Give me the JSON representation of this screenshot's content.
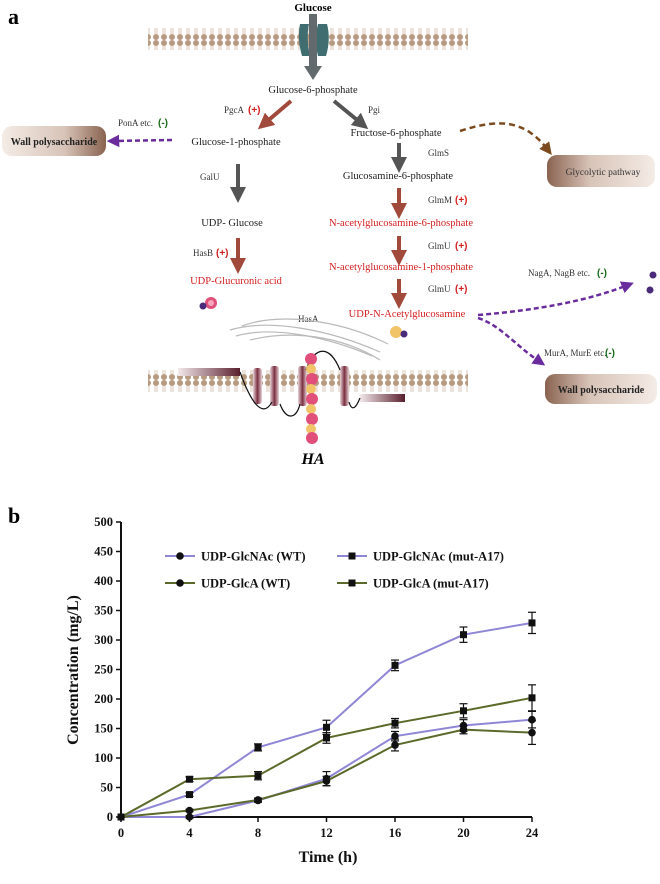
{
  "panel_a": {
    "label": "a",
    "glucose": "Glucose",
    "g6p": "Glucose-6-phosphate",
    "g1p": "Glucose-1-phosphate",
    "f6p": "Fructose-6-phosphate",
    "udp_glucose": "UDP- Glucose",
    "udp_glca": "UDP-Glucuronic acid",
    "gln6p": "Glucosamine-6-phosphate",
    "nag6p": "N-acetylglucosamine-6-phosphate",
    "nag1p": "N-acetylglucosamine-1-phosphate",
    "udp_glcnac": "UDP-N-Acetylglucosamine",
    "glycolytic": "Glycolytic pathway",
    "wall_left": "Wall polysaccharide",
    "wall_right": "Wall polysaccharide",
    "ha": "HA",
    "enzymes": {
      "pgca": "PgcA",
      "pgi": "Pgi",
      "pona": "PonA etc.",
      "galu": "GalU",
      "hasb": "HasB",
      "glms": "GlmS",
      "glmm": "GlmM",
      "glmu1": "GlmU",
      "glmu2": "GlmU",
      "hasa": "HasA",
      "naga": "NagA, NagB etc.",
      "mura": "MurA, MurE etc."
    },
    "signs": {
      "plus": "(+)",
      "minus": "(-)"
    },
    "colors": {
      "up_arrow": "#a14a3c",
      "neutral_arrow": "#555555",
      "dashed_purple": "#6a2c9c",
      "dashed_brown": "#7b4a1e",
      "membrane_head": "#b79a80",
      "channel": "#3f6d70",
      "ha_pink": "#e0507a",
      "ha_yellow": "#f2c46a",
      "purple_dot": "#4a2a7a"
    }
  },
  "panel_b": {
    "label": "b",
    "chart_data": {
      "type": "line",
      "xlabel": "Time (h)",
      "ylabel": "Concentration  (mg/L)",
      "x": [
        0,
        4,
        8,
        12,
        16,
        20,
        24
      ],
      "xlim": [
        0,
        24
      ],
      "ylim": [
        0,
        500
      ],
      "xticks": [
        0,
        4,
        8,
        12,
        16,
        20,
        24
      ],
      "yticks": [
        0,
        50,
        100,
        150,
        200,
        250,
        300,
        350,
        400,
        450,
        500
      ],
      "grid": false,
      "legend_position": "top",
      "series": [
        {
          "name": "UDP-GlcNAc (WT)",
          "color": "#8f86d6",
          "marker": "circle",
          "values": [
            0,
            0,
            28,
            65,
            137,
            155,
            165
          ],
          "errors": [
            0,
            2,
            3,
            12,
            8,
            10,
            14
          ]
        },
        {
          "name": "UDP-GlcNAc (mut-A17)",
          "color": "#8f86d6",
          "marker": "square",
          "values": [
            0,
            38,
            118,
            152,
            257,
            309,
            329
          ],
          "errors": [
            0,
            3,
            6,
            12,
            9,
            13,
            18
          ]
        },
        {
          "name": "UDP-GlcA (WT)",
          "color": "#5b6a2a",
          "marker": "circle",
          "values": [
            0,
            11,
            29,
            61,
            122,
            148,
            143
          ],
          "errors": [
            0,
            2,
            3,
            8,
            10,
            7,
            20
          ]
        },
        {
          "name": "UDP-GlcA (mut-A17)",
          "color": "#5b6a2a",
          "marker": "square",
          "values": [
            0,
            64,
            70,
            134,
            159,
            180,
            202
          ],
          "errors": [
            0,
            4,
            7,
            9,
            8,
            12,
            22
          ]
        }
      ]
    }
  }
}
